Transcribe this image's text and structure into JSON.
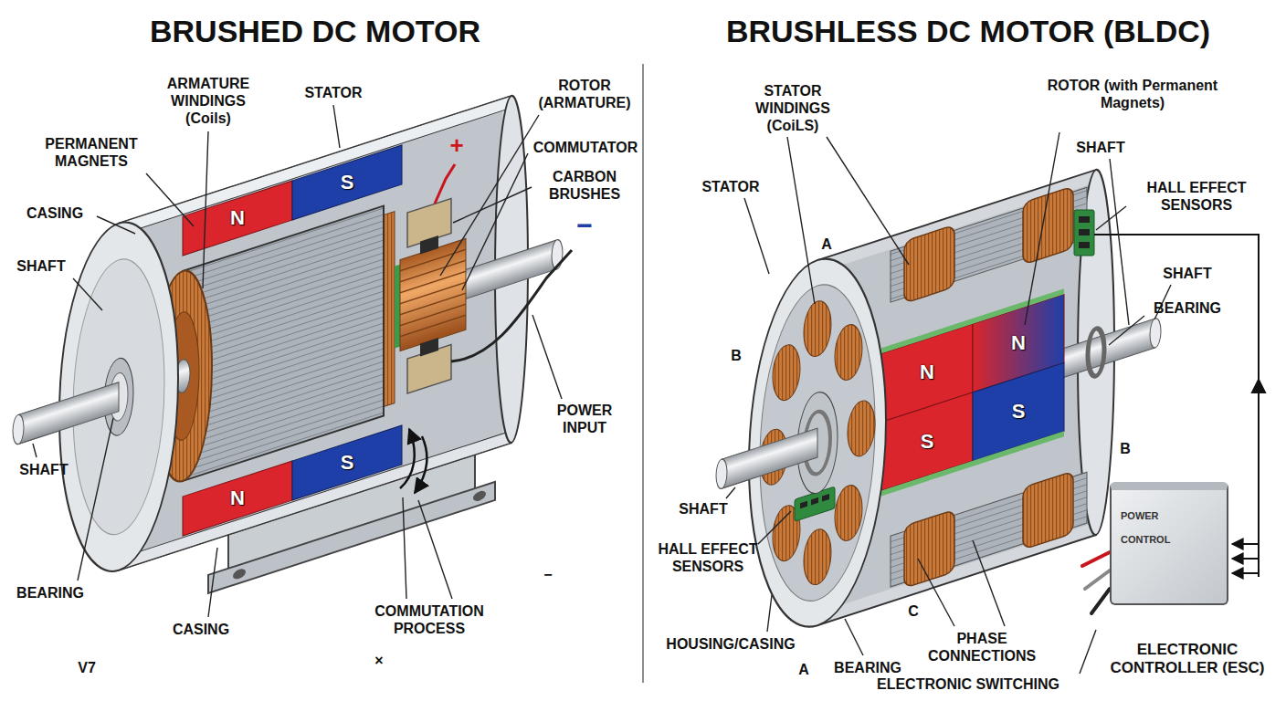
{
  "diagram": {
    "nodes": [
      {
        "text": [
          "ELECTRONIC CONTROLLER (ESC)",
          "POWER",
          "CONTROL"
        ]
      }
    ],
    "labels": [
      "BRUSHED DC MOTOR",
      "ARMATURE WINDINGS (Coils)",
      "STATOR",
      "ROTOR (ARMATURE)",
      "PERMANENT MAGNETS",
      "COMMUTATOR",
      "CASING",
      "CARBON BRUSHES",
      "SHAFT",
      "+",
      "−",
      "POWER INPUT",
      "SHAFT",
      "BEARING",
      "CASING",
      "COMMUTATION PROCESS",
      "V7",
      "−",
      "×",
      "N",
      "S",
      "N",
      "S",
      "BRUSHLESS DC MOTOR (BLDC)",
      "STATOR WINDINGS (CoiLS)",
      "ROTOR (with Permanent Magnets)",
      "STATOR",
      "SHAFT",
      "HALL EFFECT SENSORS",
      "SHAFT",
      "BEARING",
      "N",
      "N",
      "S",
      "S",
      "A",
      "B",
      "SHAFT",
      "HALL EFFECT SENSORS",
      "HOUSING/CASING",
      "A",
      "BEARING",
      "C",
      "B",
      "PHASE CONNECTIONS",
      "ELECTRONIC SWITCHING"
    ]
  }
}
